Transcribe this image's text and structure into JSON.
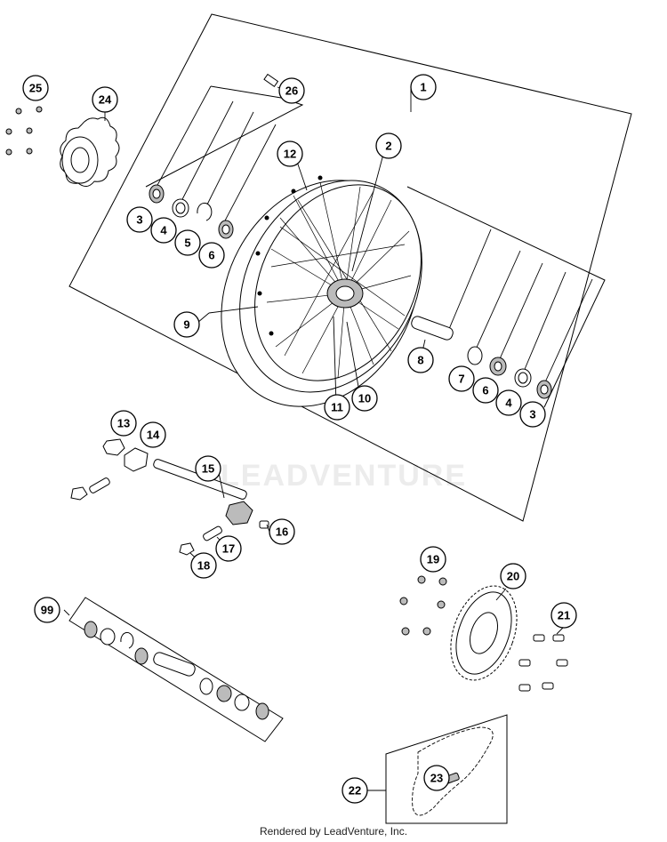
{
  "watermark": "LEADVENTURE",
  "footer": "Rendered by LeadVenture, Inc.",
  "callouts": {
    "c1": "1",
    "c2": "2",
    "c3a": "3",
    "c3b": "3",
    "c4a": "4",
    "c4b": "4",
    "c5": "5",
    "c6a": "6",
    "c6b": "6",
    "c7": "7",
    "c8": "8",
    "c9": "9",
    "c10": "10",
    "c11": "11",
    "c12": "12",
    "c13": "13",
    "c14": "14",
    "c15": "15",
    "c16": "16",
    "c17": "17",
    "c18": "18",
    "c19": "19",
    "c20": "20",
    "c21": "21",
    "c22": "22",
    "c23": "23",
    "c24": "24",
    "c25": "25",
    "c26": "26",
    "c99": "99"
  }
}
